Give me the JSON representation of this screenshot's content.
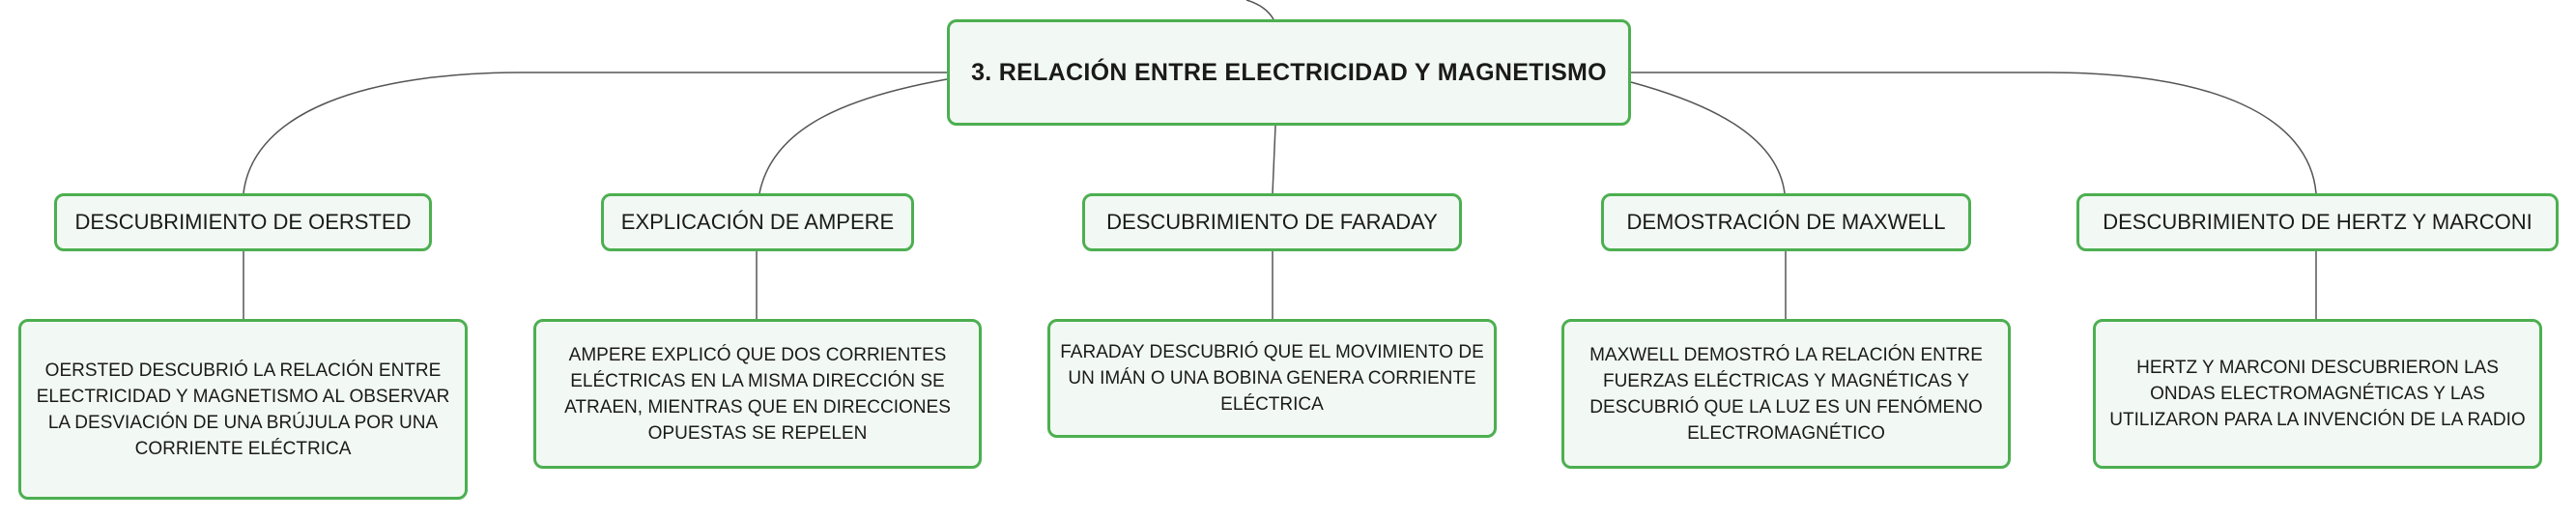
{
  "root": {
    "title": "3. RELACIÓN ENTRE ELECTRICIDAD Y MAGNETISMO"
  },
  "branches": [
    {
      "label": "DESCUBRIMIENTO DE OERSTED",
      "detail": "OERSTED DESCUBRIÓ LA RELACIÓN ENTRE ELECTRICIDAD Y MAGNETISMO AL OBSERVAR LA DESVIACIÓN DE UNA BRÚJULA POR UNA CORRIENTE ELÉCTRICA"
    },
    {
      "label": "EXPLICACIÓN DE AMPERE",
      "detail": "AMPERE EXPLICÓ QUE DOS CORRIENTES ELÉCTRICAS EN LA MISMA DIRECCIÓN SE ATRAEN, MIENTRAS QUE EN DIRECCIONES OPUESTAS SE REPELEN"
    },
    {
      "label": "DESCUBRIMIENTO DE FARADAY",
      "detail": "FARADAY DESCUBRIÓ QUE EL MOVIMIENTO DE UN IMÁN O UNA BOBINA GENERA CORRIENTE ELÉCTRICA"
    },
    {
      "label": "DEMOSTRACIÓN DE MAXWELL",
      "detail": "MAXWELL DEMOSTRÓ LA RELACIÓN ENTRE FUERZAS ELÉCTRICAS Y MAGNÉTICAS Y DESCUBRIÓ QUE LA LUZ ES UN FENÓMENO ELECTROMAGNÉTICO"
    },
    {
      "label": "DESCUBRIMIENTO DE HERTZ Y MARCONI",
      "detail": "HERTZ Y MARCONI DESCUBRIERON LAS ONDAS ELECTROMAGNÉTICAS Y LAS UTILIZARON PARA LA INVENCIÓN DE LA RADIO"
    }
  ],
  "colors": {
    "border": "#4caf50",
    "fill": "#f2f8f3",
    "connector": "#555555"
  }
}
